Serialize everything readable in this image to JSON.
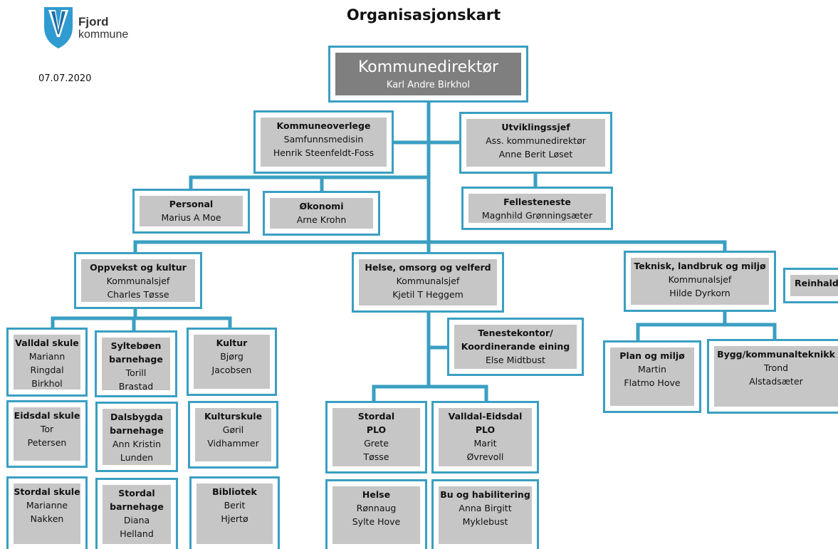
{
  "header": {
    "logo_name": "Fjord",
    "logo_sub": "kommune",
    "date": "07.07.2020",
    "title": "Organisasjonskart"
  },
  "colors": {
    "connector": "#3a9fc2",
    "box_fill": "#c6c6c6",
    "top_fill": "#7f7f7f"
  },
  "nodes": {
    "director": {
      "title": "Kommunedirektør",
      "line1": "Karl Andre Birkhol"
    },
    "overlege": {
      "title": "Kommuneoverlege",
      "line1": "Samfunnsmedisin",
      "line2": "Henrik Steenfeldt-Foss"
    },
    "utvikling": {
      "title": "Utviklingssjef",
      "line1": "Ass. kommunedirektør",
      "line2": "Anne Berit Løset"
    },
    "personal": {
      "title": "Personal",
      "line1": "Marius A Moe"
    },
    "okonomi": {
      "title": "Økonomi",
      "line1": "Arne Krohn"
    },
    "felles": {
      "title": "Fellesteneste",
      "line1": "Magnhild Grønningsæter"
    },
    "oppvekst": {
      "title": "Oppvekst og kultur",
      "line1": "Kommunalsjef",
      "line2": "Charles Tøsse"
    },
    "helse_omsorg": {
      "title": "Helse, omsorg og velferd",
      "line1": "Kommunalsjef",
      "line2": "Kjetil T Heggem"
    },
    "teknisk": {
      "title": "Teknisk, landbruk og miljø",
      "line1": "Kommunalsjef",
      "line2": "Hilde Dyrkorn"
    },
    "reinhald": {
      "title": "Reinhald"
    },
    "valldal_skule": {
      "title": "Valldal skule",
      "line1": "Mariann",
      "line2": "Ringdal",
      "line3": "Birkhol"
    },
    "syltebo": {
      "title": "Syltebøen",
      "title2": "barnehage",
      "line1": "Torill",
      "line2": "Brastad"
    },
    "kultur": {
      "title": "Kultur",
      "line1": "Bjørg",
      "line2": "Jacobsen"
    },
    "eidsdal_skule": {
      "title": "Eidsdal skule",
      "line1": "Tor",
      "line2": "Petersen"
    },
    "dalsbygda": {
      "title": "Dalsbygda",
      "title2": "barnehage",
      "line1": "Ann Kristin",
      "line2": "Lunden"
    },
    "kulturskule": {
      "title": "Kulturskule",
      "line1": "Gøril",
      "line2": "Vidhammer"
    },
    "stordal_skule": {
      "title": "Stordal skule",
      "line1": "Marianne",
      "line2": "Nakken"
    },
    "stordal_bhg": {
      "title": "Stordal",
      "title2": "barnehage",
      "line1": "Diana",
      "line2": "Helland"
    },
    "bibliotek": {
      "title": "Bibliotek",
      "line1": "Berit",
      "line2": "Hjertø"
    },
    "tenestekontor": {
      "title": "Tenestekontor/",
      "title2": "Koordinerande eining",
      "line1": "Else Midtbust"
    },
    "stordal_plo": {
      "title": "Stordal",
      "title2": "PLO",
      "line1": "Grete",
      "line2": "Tøsse"
    },
    "valldal_plo": {
      "title": "Valldal-Eidsdal",
      "title2": "PLO",
      "line1": "Marit",
      "line2": "Øvrevoll"
    },
    "helse": {
      "title": "Helse",
      "line1": "Rønnaug",
      "line2": "Sylte Hove"
    },
    "bu_hab": {
      "title": "Bu og habilitering",
      "line1": "Anna Birgitt",
      "line2": "Myklebust"
    },
    "plan_miljo": {
      "title": "Plan og miljø",
      "line1": "Martin",
      "line2": "Flatmo Hove"
    },
    "bygg": {
      "title": "Bygg/kommunalteknikk",
      "line1": "Trond",
      "line2": "Alstadsæter"
    }
  }
}
